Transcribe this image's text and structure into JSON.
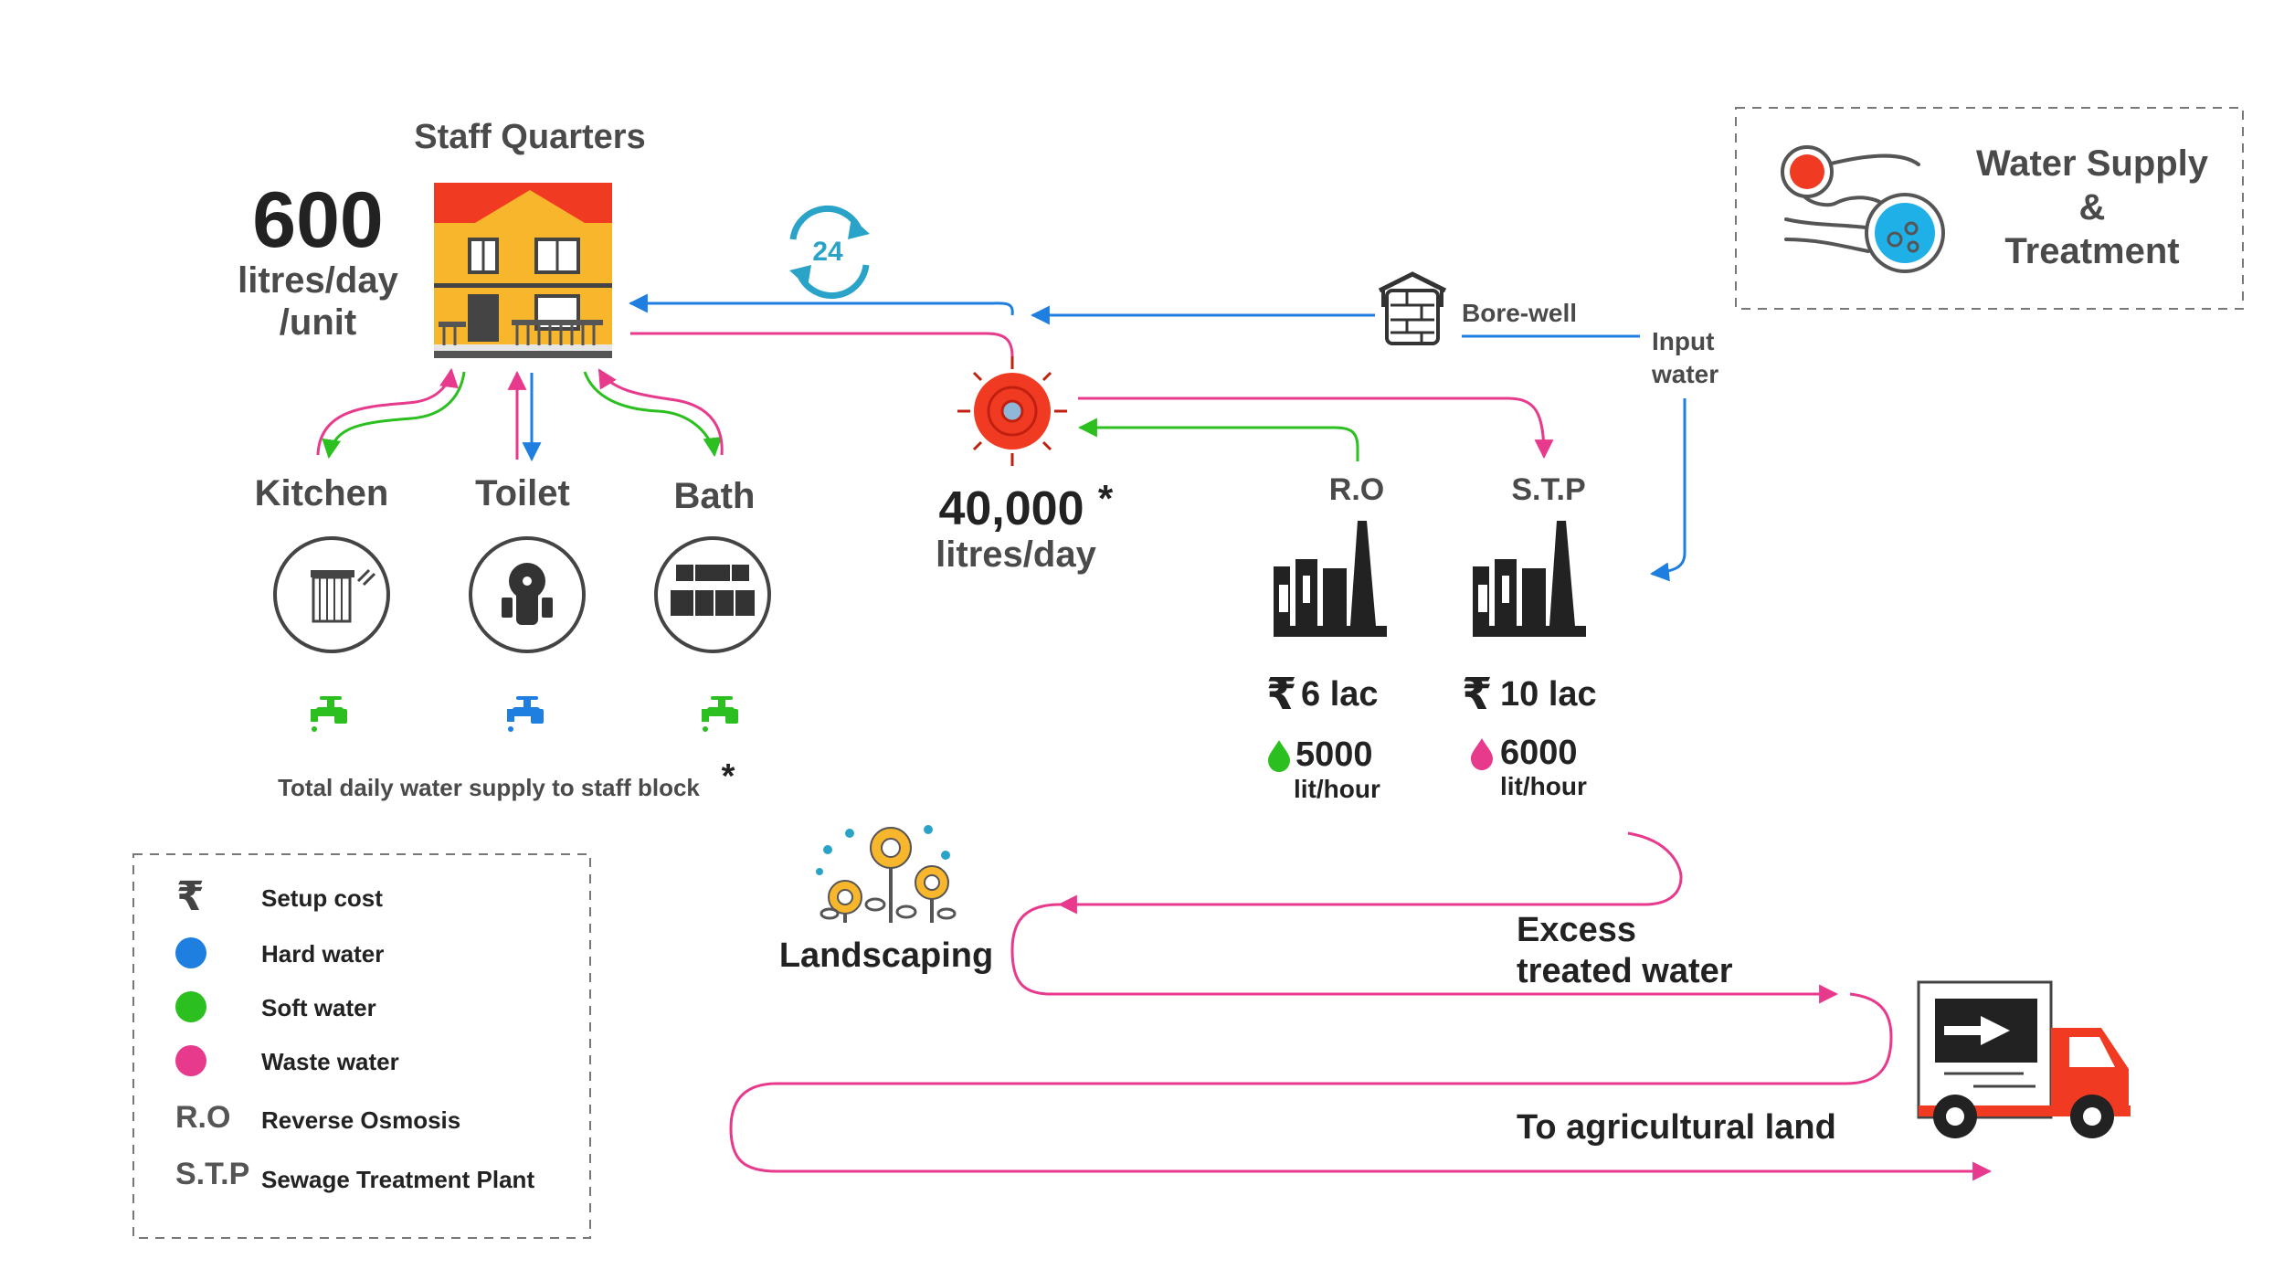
{
  "colors": {
    "hard_water": "#1f7fe0",
    "soft_water": "#2bbf1f",
    "waste_water": "#e83a8c",
    "text_dark": "#222222",
    "text_mid": "#4a4a4a",
    "roof": "#f03a22",
    "wall": "#f7b62b",
    "truck_red": "#f03a22",
    "dashed_border": "#777777"
  },
  "staff_quarters": {
    "title": "Staff Quarters",
    "usage_value": "600",
    "usage_unit_line1": "litres/day",
    "usage_unit_line2": "/unit"
  },
  "rooms": [
    {
      "label": "Kitchen",
      "icon": "kitchen-icon",
      "tap_color": "soft"
    },
    {
      "label": "Toilet",
      "icon": "toilet-icon",
      "tap_color": "hard"
    },
    {
      "label": "Bath",
      "icon": "bath-icon",
      "tap_color": "soft"
    }
  ],
  "total_supply_note": "Total daily water supply to staff block",
  "asterisk": "*",
  "cycle_badge": "24",
  "distribution": {
    "value": "40,000",
    "unit": "litres/day"
  },
  "borewell": {
    "label": "Bore-well"
  },
  "input_water": {
    "line1": "Input",
    "line2": "water"
  },
  "plants": [
    {
      "label": "R.O",
      "cost": "6 lac",
      "flow_value": "5000",
      "flow_unit": "lit/hour",
      "drop_color": "soft"
    },
    {
      "label": "S.T.P",
      "cost": "10 lac",
      "flow_value": "6000",
      "flow_unit": "lit/hour",
      "drop_color": "waste"
    }
  ],
  "rupee_symbol": "₹",
  "title_box": {
    "line1": "Water Supply",
    "line2": "&",
    "line3": "Treatment"
  },
  "landscaping": {
    "label": "Landscaping"
  },
  "excess": {
    "line1": "Excess",
    "line2": "treated water"
  },
  "agri": {
    "label": "To agricultural land"
  },
  "legend": [
    {
      "symbol": "₹",
      "type": "glyph",
      "label": "Setup cost"
    },
    {
      "symbol": "hard",
      "type": "dot",
      "label": "Hard water"
    },
    {
      "symbol": "soft",
      "type": "dot",
      "label": "Soft water"
    },
    {
      "symbol": "waste",
      "type": "dot",
      "label": "Waste water"
    },
    {
      "symbol": "R.O",
      "type": "glyph",
      "label": "Reverse Osmosis"
    },
    {
      "symbol": "S.T.P",
      "type": "glyph",
      "label": "Sewage Treatment Plant"
    }
  ]
}
